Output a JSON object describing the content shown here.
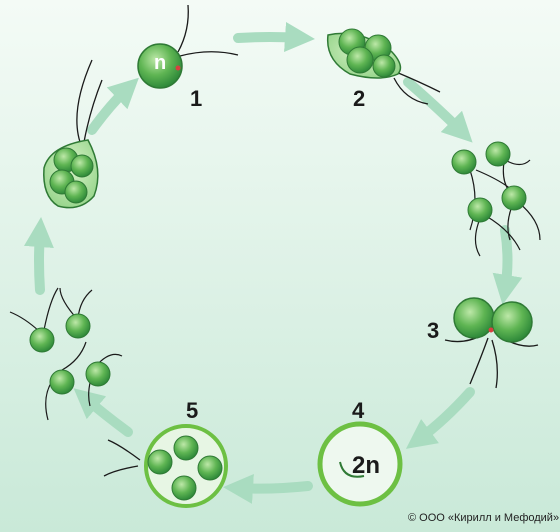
{
  "stages": [
    {
      "number": "1",
      "label": "n"
    },
    {
      "number": "2"
    },
    {
      "number": "3"
    },
    {
      "number": "4",
      "label": "2n"
    },
    {
      "number": "5"
    }
  ],
  "copyright": "© ООО «Кирилл и Мефодий»",
  "colors": {
    "arrow": "#a9dcc0",
    "cell_fill": "#3a9a45",
    "cell_light": "#8fd184",
    "outline": "#2f7a35",
    "zygote_ring": "#6dc043",
    "eyespot": "#d94040"
  }
}
